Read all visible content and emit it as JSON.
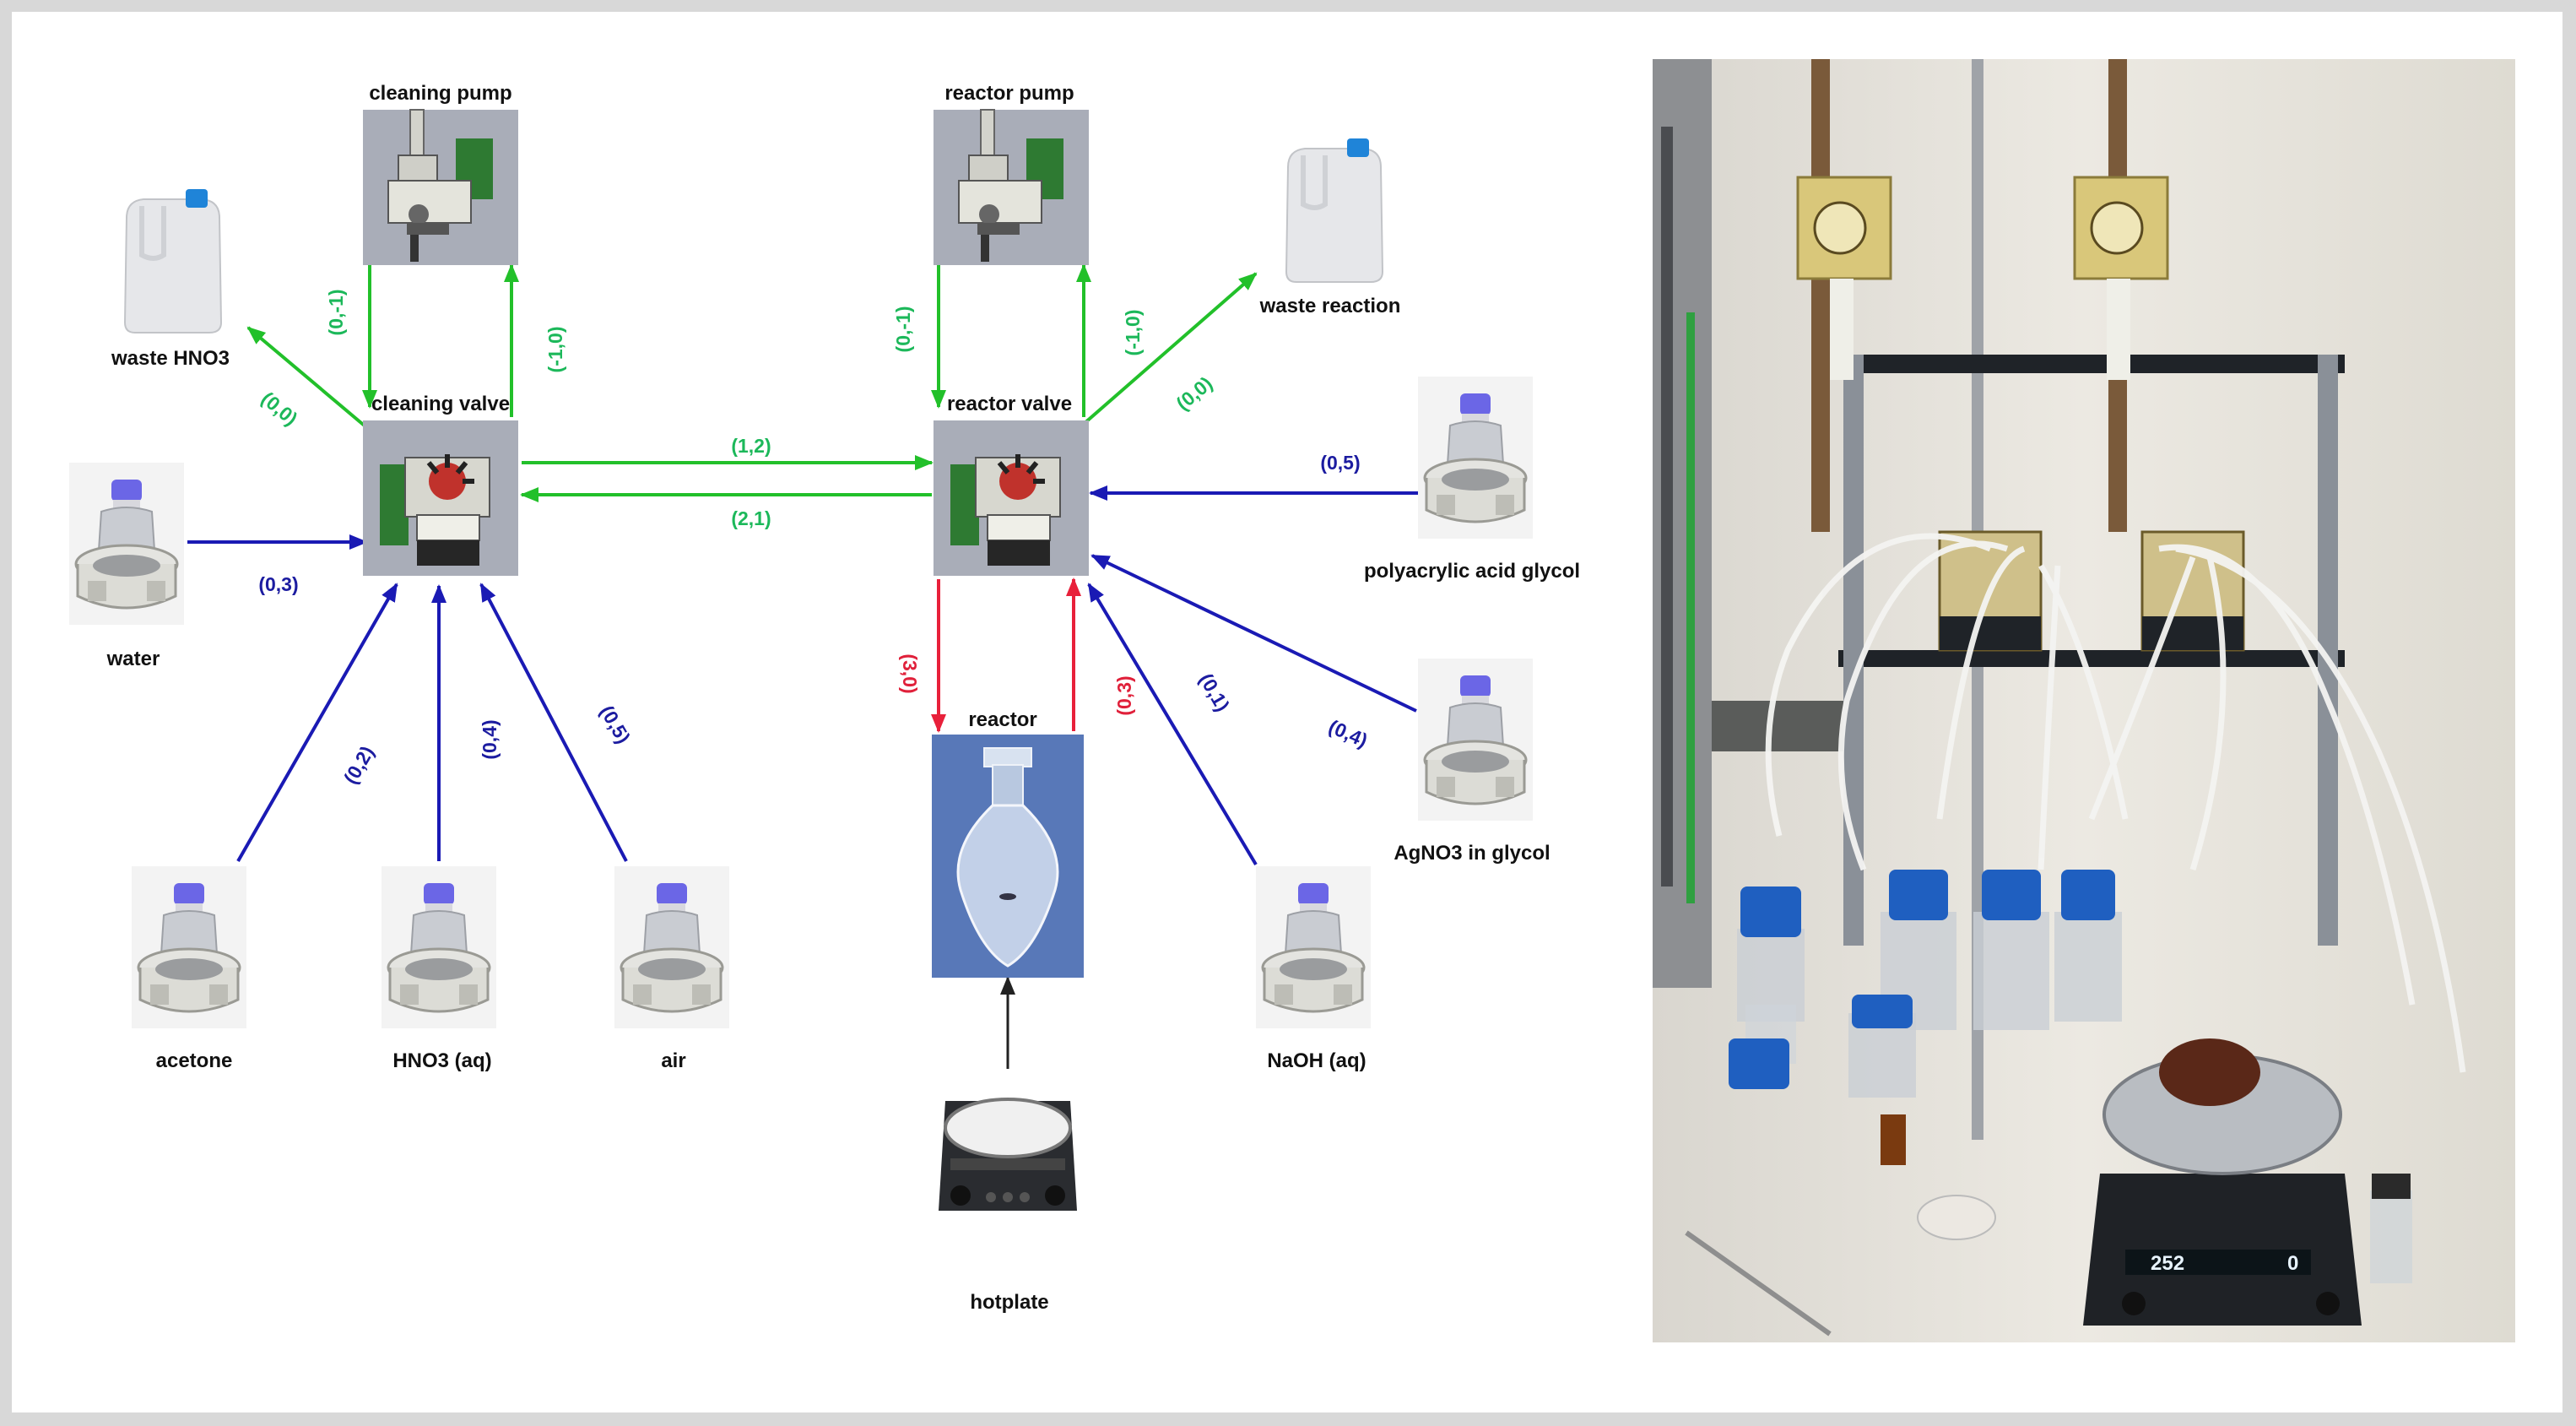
{
  "nodes": {
    "cleaning_pump": "cleaning pump",
    "reactor_pump": "reactor pump",
    "waste_hno3": "waste HNO3",
    "waste_reaction": "waste reaction",
    "cleaning_valve": "cleaning valve",
    "reactor_valve": "reactor valve",
    "water": "water",
    "polyacrylic": "polyacrylic acid glycol",
    "acetone": "acetone",
    "hno3_aq": "HNO3 (aq)",
    "air": "air",
    "reactor": "reactor",
    "agno3": "AgNO3 in glycol",
    "naoh": "NaOH (aq)",
    "hotplate": "hotplate"
  },
  "edges": {
    "cv_to_cpump": "(-1,0)",
    "cpump_to_cv": "(0,-1)",
    "cv_to_waste": "(0,0)",
    "rv_to_rpump": "(-1,0)",
    "rpump_to_rv": "(0,-1)",
    "rv_to_waste": "(0,0)",
    "cv_to_rv": "(1,2)",
    "rv_to_cv": "(2,1)",
    "water_to_cv": "(0,3)",
    "acetone_to_cv": "(0,2)",
    "hno3_to_cv": "(0,4)",
    "air_to_cv": "(0,5)",
    "poly_to_rv": "(0,5)",
    "agno3_to_rv": "(0,4)",
    "naoh_to_rv": "(0,1)",
    "rv_to_reactor": "(3,0)",
    "reactor_to_rv": "(0,3)"
  },
  "colors": {
    "green": "#22c02a",
    "blue": "#1a1ab4",
    "red": "#e8203a",
    "edge_green_text": "#1cb85a",
    "edge_blue_text": "#1c1ca0",
    "edge_red_text": "#e0203a"
  },
  "photo": {
    "hotplate_display": "252",
    "hotplate_display_right": "0"
  }
}
